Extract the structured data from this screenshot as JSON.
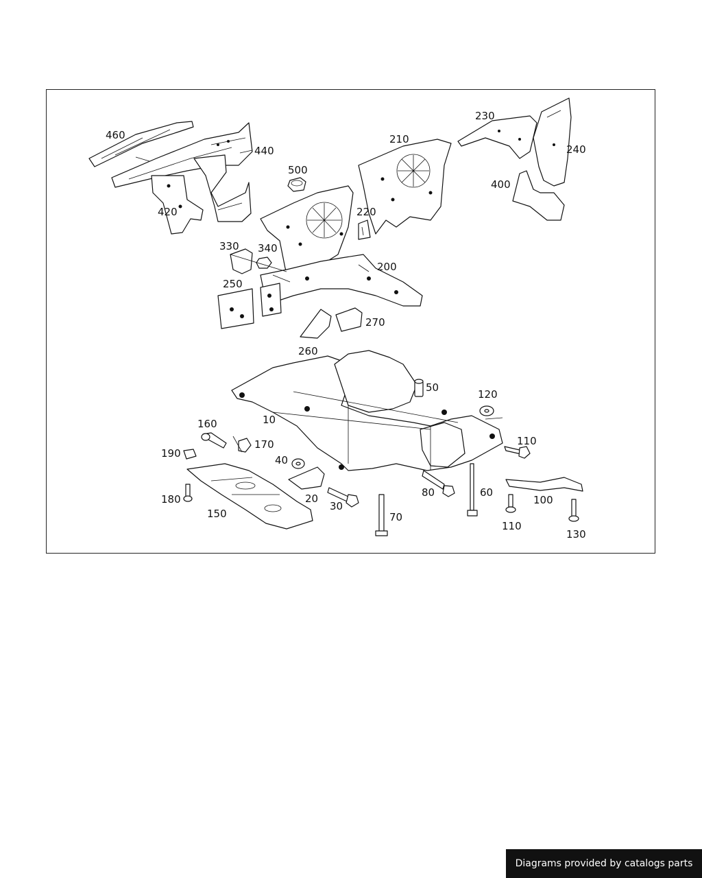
{
  "diagram": {
    "callouts": [
      "460",
      "440",
      "420",
      "500",
      "330",
      "340",
      "250",
      "210",
      "220",
      "200",
      "260",
      "270",
      "230",
      "240",
      "400",
      "50",
      "120",
      "10",
      "110",
      "160",
      "170",
      "190",
      "40",
      "180",
      "20",
      "150",
      "30",
      "80",
      "60",
      "70",
      "100",
      "110",
      "130"
    ]
  },
  "footer": {
    "credit": "Diagrams provided by catalogs parts"
  },
  "colors": {
    "line": "#111111",
    "background": "#ffffff",
    "footer_bg": "#111111",
    "footer_text": "#ffffff"
  }
}
